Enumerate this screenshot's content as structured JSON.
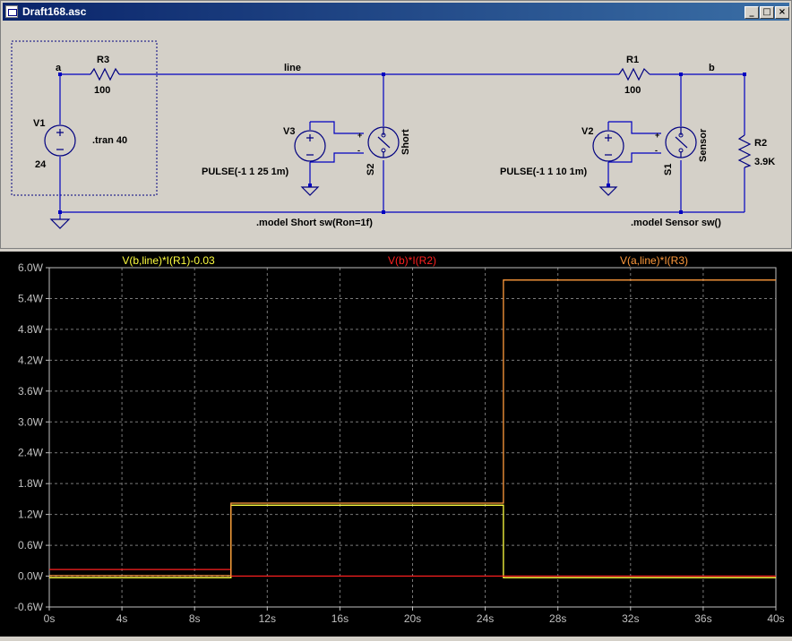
{
  "window": {
    "title": "Draft168.asc",
    "buttons": {
      "minimize": "_",
      "maximize": "□",
      "close": "×"
    }
  },
  "schematic": {
    "net_labels": {
      "a": "a",
      "line": "line",
      "b": "b"
    },
    "components": {
      "R3": {
        "name": "R3",
        "value": "100"
      },
      "R1": {
        "name": "R1",
        "value": "100"
      },
      "R2": {
        "name": "R2",
        "value": "3.9K"
      },
      "V1": {
        "name": "V1",
        "value": "24"
      },
      "V3": {
        "name": "V3",
        "value": "PULSE(-1 1 25 1m)"
      },
      "V2": {
        "name": "V2",
        "value": "PULSE(-1 1 10 1m)"
      },
      "S2": {
        "name": "S2",
        "model": "Short"
      },
      "S1": {
        "name": "S1",
        "model": "Sensor"
      }
    },
    "directives": {
      "tran": ".tran 40",
      "model_short": ".model Short sw(Ron=1f)",
      "model_sensor": ".model Sensor sw()"
    },
    "switch_pins": {
      "plus": "+",
      "minus": "-"
    },
    "colors": {
      "wire": "#0000c0",
      "component": "#000080",
      "text": "#000000"
    }
  },
  "chart_data": {
    "type": "line",
    "title": "",
    "xlabel": "",
    "ylabel": "",
    "xlim": [
      0,
      40
    ],
    "ylim": [
      -0.6,
      6.0
    ],
    "xticks": [
      0,
      4,
      8,
      12,
      16,
      20,
      24,
      28,
      32,
      36,
      40
    ],
    "xtick_labels": [
      "0s",
      "4s",
      "8s",
      "12s",
      "16s",
      "20s",
      "24s",
      "28s",
      "32s",
      "36s",
      "40s"
    ],
    "yticks": [
      -0.6,
      0.0,
      0.6,
      1.2,
      1.8,
      2.4,
      3.0,
      3.6,
      4.2,
      4.8,
      5.4,
      6.0
    ],
    "ytick_labels": [
      "-0.6W",
      "0.0W",
      "0.6W",
      "1.2W",
      "1.8W",
      "2.4W",
      "3.0W",
      "3.6W",
      "4.2W",
      "4.8W",
      "5.4W",
      "6.0W"
    ],
    "grid": true,
    "background": "#000000",
    "series": [
      {
        "name": "V(b,line)*I(R1)-0.03",
        "color": "#ffff40",
        "x": [
          0,
          10,
          10,
          25,
          25,
          40
        ],
        "y": [
          -0.03,
          -0.03,
          1.38,
          1.38,
          -0.03,
          -0.03
        ]
      },
      {
        "name": "V(b)*I(R2)",
        "color": "#ff2020",
        "x": [
          0,
          10,
          10,
          40
        ],
        "y": [
          0.13,
          0.13,
          0.0,
          0.0
        ]
      },
      {
        "name": "V(a,line)*I(R3)",
        "color": "#ff9a3c",
        "x": [
          0,
          10,
          10,
          25,
          25,
          40
        ],
        "y": [
          0.01,
          0.01,
          1.42,
          1.42,
          5.76,
          5.76
        ]
      }
    ]
  }
}
